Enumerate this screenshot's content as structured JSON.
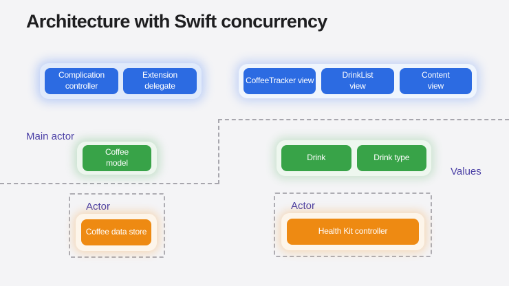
{
  "title": "Architecture with Swift concurrency",
  "labels": {
    "main_actor": "Main actor",
    "values": "Values"
  },
  "groups": {
    "extension": {
      "buttons": [
        "Complication\ncontroller",
        "Extension\ndelegate"
      ]
    },
    "views": {
      "buttons": [
        "CoffeeTracker view",
        "DrinkList\nview",
        "Content\nview"
      ]
    },
    "model": {
      "buttons": [
        "Coffee\nmodel"
      ]
    },
    "values": {
      "buttons": [
        "Drink",
        "Drink type"
      ]
    },
    "actor_left": {
      "label": "Actor",
      "buttons": [
        "Coffee data store"
      ]
    },
    "actor_right": {
      "label": "Actor",
      "buttons": [
        "Health Kit controller"
      ]
    }
  },
  "colors": {
    "background": "#f4f4f6",
    "title_text": "#1e1e20",
    "region_label_text": "#4a3fa5",
    "node_blue": "#2c6be2",
    "node_green": "#38a348",
    "node_orange": "#ee8a12",
    "node_text": "#ffffff",
    "dashed_line": "#a7a6ad"
  }
}
